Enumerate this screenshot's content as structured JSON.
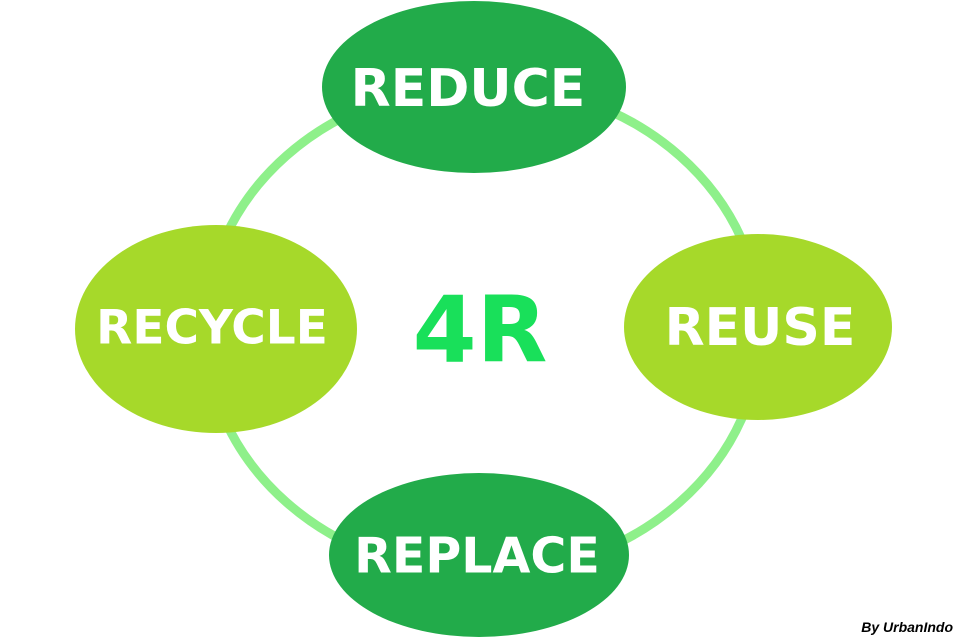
{
  "diagram": {
    "center_label": "4R",
    "nodes": [
      {
        "id": "reduce",
        "label": "REDUCE",
        "color": "#22ab4a"
      },
      {
        "id": "reuse",
        "label": "REUSE",
        "color": "#a6d92a"
      },
      {
        "id": "replace",
        "label": "REPLACE",
        "color": "#22ab4a"
      },
      {
        "id": "recycle",
        "label": "RECYCLE",
        "color": "#a6d92a"
      }
    ],
    "ring_color": "#8ef08a",
    "center_color": "#19e05a"
  },
  "credit": "By UrbanIndo"
}
